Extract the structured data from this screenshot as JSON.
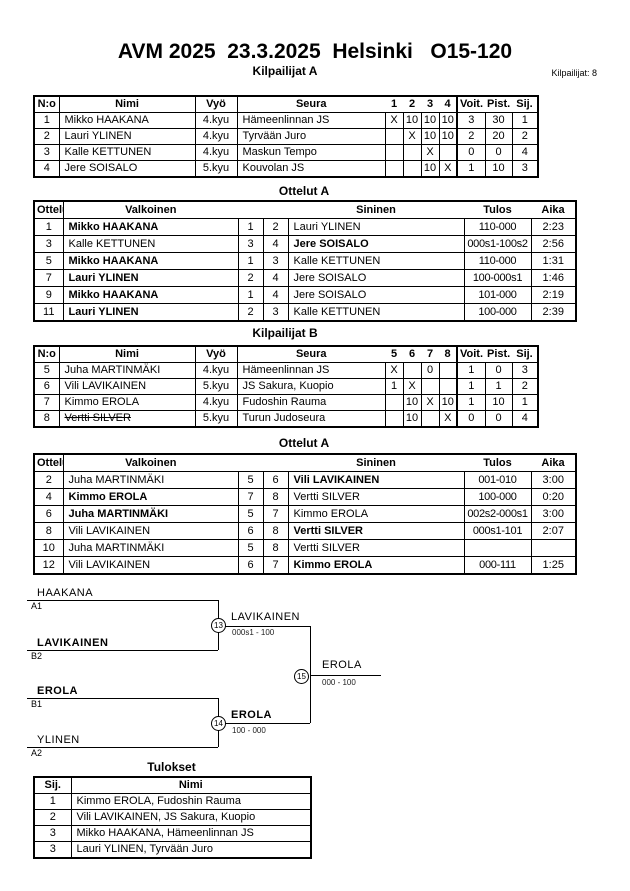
{
  "title": "AVM 2025  23.3.2025  Helsinki   O15-120",
  "competitors_count": "Kilpailijat: 8",
  "poolA": {
    "title": "Kilpailijat A",
    "h": {
      "no": "N:o",
      "nimi": "Nimi",
      "vyo": "Vyö",
      "seura": "Seura",
      "c1": "1",
      "c2": "2",
      "c3": "3",
      "c4": "4",
      "voit": "Voit.",
      "pist": "Pist.",
      "sij": "Sij."
    },
    "rows": [
      {
        "no": "1",
        "nimi": "Mikko HAAKANA",
        "vyo": "4.kyu",
        "seura": "Hämeenlinnan JS",
        "c1": "X",
        "c2": "10",
        "c3": "10",
        "c4": "10",
        "voit": "3",
        "pist": "30",
        "sij": "1"
      },
      {
        "no": "2",
        "nimi": "Lauri YLINEN",
        "vyo": "4.kyu",
        "seura": "Tyrvään Juro",
        "c1": "",
        "c2": "X",
        "c3": "10",
        "c4": "10",
        "voit": "2",
        "pist": "20",
        "sij": "2"
      },
      {
        "no": "3",
        "nimi": "Kalle KETTUNEN",
        "vyo": "4.kyu",
        "seura": "Maskun Tempo",
        "c1": "",
        "c2": "",
        "c3": "X",
        "c4": "",
        "voit": "0",
        "pist": "0",
        "sij": "4"
      },
      {
        "no": "4",
        "nimi": "Jere SOISALO",
        "vyo": "5.kyu",
        "seura": "Kouvolan JS",
        "c1": "",
        "c2": "",
        "c3": "10",
        "c4": "X",
        "voit": "1",
        "pist": "10",
        "sij": "3"
      }
    ]
  },
  "matchesA": {
    "title": "Ottelut A",
    "h": {
      "ottelu": "Ottelu",
      "valkoinen": "Valkoinen",
      "sininen": "Sininen",
      "tulos": "Tulos",
      "aika": "Aika"
    },
    "rows": [
      {
        "no": "1",
        "white": "Mikko HAAKANA",
        "wn": "1",
        "bn": "2",
        "blue": "Lauri YLINEN",
        "tulos": "110-000",
        "aika": "2:23"
      },
      {
        "no": "3",
        "white": "Kalle KETTUNEN",
        "wn": "3",
        "bn": "4",
        "blue": "Jere SOISALO",
        "tulos": "000s1-100s2",
        "aika": "2:56"
      },
      {
        "no": "5",
        "white": "Mikko HAAKANA",
        "wn": "1",
        "bn": "3",
        "blue": "Kalle KETTUNEN",
        "tulos": "110-000",
        "aika": "1:31"
      },
      {
        "no": "7",
        "white": "Lauri YLINEN",
        "wn": "2",
        "bn": "4",
        "blue": "Jere SOISALO",
        "tulos": "100-000s1",
        "aika": "1:46"
      },
      {
        "no": "9",
        "white": "Mikko HAAKANA",
        "wn": "1",
        "bn": "4",
        "blue": "Jere SOISALO",
        "tulos": "101-000",
        "aika": "2:19"
      },
      {
        "no": "11",
        "white": "Lauri YLINEN",
        "wn": "2",
        "bn": "3",
        "blue": "Kalle KETTUNEN",
        "tulos": "100-000",
        "aika": "2:39"
      }
    ]
  },
  "poolB": {
    "title": "Kilpailijat B",
    "h": {
      "no": "N:o",
      "nimi": "Nimi",
      "vyo": "Vyö",
      "seura": "Seura",
      "c1": "5",
      "c2": "6",
      "c3": "7",
      "c4": "8",
      "voit": "Voit.",
      "pist": "Pist.",
      "sij": "Sij."
    },
    "rows": [
      {
        "no": "5",
        "nimi": "Juha MARTINMÄKI",
        "vyo": "4.kyu",
        "seura": "Hämeenlinnan JS",
        "c1": "X",
        "c2": "",
        "c3": "0",
        "c4": "",
        "voit": "1",
        "pist": "0",
        "sij": "3"
      },
      {
        "no": "6",
        "nimi": "Vili LAVIKAINEN",
        "vyo": "5.kyu",
        "seura": "JS Sakura, Kuopio",
        "c1": "1",
        "c2": "X",
        "c3": "",
        "c4": "",
        "voit": "1",
        "pist": "1",
        "sij": "2"
      },
      {
        "no": "7",
        "nimi": "Kimmo EROLA",
        "vyo": "4.kyu",
        "seura": "Fudoshin Rauma",
        "c1": "",
        "c2": "10",
        "c3": "X",
        "c4": "10",
        "voit": "1",
        "pist": "10",
        "sij": "1"
      },
      {
        "no": "8",
        "nimi": "Vertti SILVER",
        "vyo": "5.kyu",
        "seura": "Turun Judoseura",
        "c1": "",
        "c2": "10",
        "c3": "",
        "c4": "X",
        "voit": "0",
        "pist": "0",
        "sij": "4"
      }
    ]
  },
  "matchesB": {
    "title": "Ottelut A",
    "h": {
      "ottelu": "Ottelu",
      "valkoinen": "Valkoinen",
      "sininen": "Sininen",
      "tulos": "Tulos",
      "aika": "Aika"
    },
    "rows": [
      {
        "no": "2",
        "white": "Juha MARTINMÄKI",
        "wn": "5",
        "bn": "6",
        "blue": "Vili LAVIKAINEN",
        "tulos": "001-010",
        "aika": "3:00"
      },
      {
        "no": "4",
        "white": "Kimmo EROLA",
        "wn": "7",
        "bn": "8",
        "blue": "Vertti SILVER",
        "tulos": "100-000",
        "aika": "0:20"
      },
      {
        "no": "6",
        "white": "Juha MARTINMÄKI",
        "wn": "5",
        "bn": "7",
        "blue": "Kimmo EROLA",
        "tulos": "002s2-000s1",
        "aika": "3:00"
      },
      {
        "no": "8",
        "white": "Vili LAVIKAINEN",
        "wn": "6",
        "bn": "8",
        "blue": "Vertti SILVER",
        "tulos": "000s1-101",
        "aika": "2:07"
      },
      {
        "no": "10",
        "white": "Juha MARTINMÄKI",
        "wn": "5",
        "bn": "8",
        "blue": "Vertti SILVER",
        "tulos": "",
        "aika": ""
      },
      {
        "no": "12",
        "white": "Vili LAVIKAINEN",
        "wn": "6",
        "bn": "7",
        "blue": "Kimmo EROLA",
        "tulos": "000-111",
        "aika": "1:25"
      }
    ]
  },
  "bracket": {
    "slots": [
      {
        "name": "HAAKANA",
        "seed": "A1"
      },
      {
        "name": "LAVIKAINEN",
        "seed": "B2"
      },
      {
        "name": "EROLA",
        "seed": "B1"
      },
      {
        "name": "YLINEN",
        "seed": "A2"
      }
    ],
    "semi1": {
      "no": "13",
      "winner": "LAVIKAINEN",
      "score": "000s1 - 100"
    },
    "semi2": {
      "no": "14",
      "winner": "EROLA",
      "score": "100 - 000"
    },
    "final": {
      "no": "15",
      "winner": "EROLA",
      "score": "000 - 100"
    }
  },
  "results": {
    "title": "Tulokset",
    "h": {
      "sij": "Sij.",
      "nimi": "Nimi"
    },
    "rows": [
      {
        "sij": "1",
        "nimi": "Kimmo EROLA, Fudoshin Rauma"
      },
      {
        "sij": "2",
        "nimi": "Vili LAVIKAINEN, JS Sakura, Kuopio"
      },
      {
        "sij": "3",
        "nimi": "Mikko HAAKANA, Hämeenlinnan JS"
      },
      {
        "sij": "3",
        "nimi": "Lauri YLINEN, Tyrvään Juro"
      }
    ]
  }
}
